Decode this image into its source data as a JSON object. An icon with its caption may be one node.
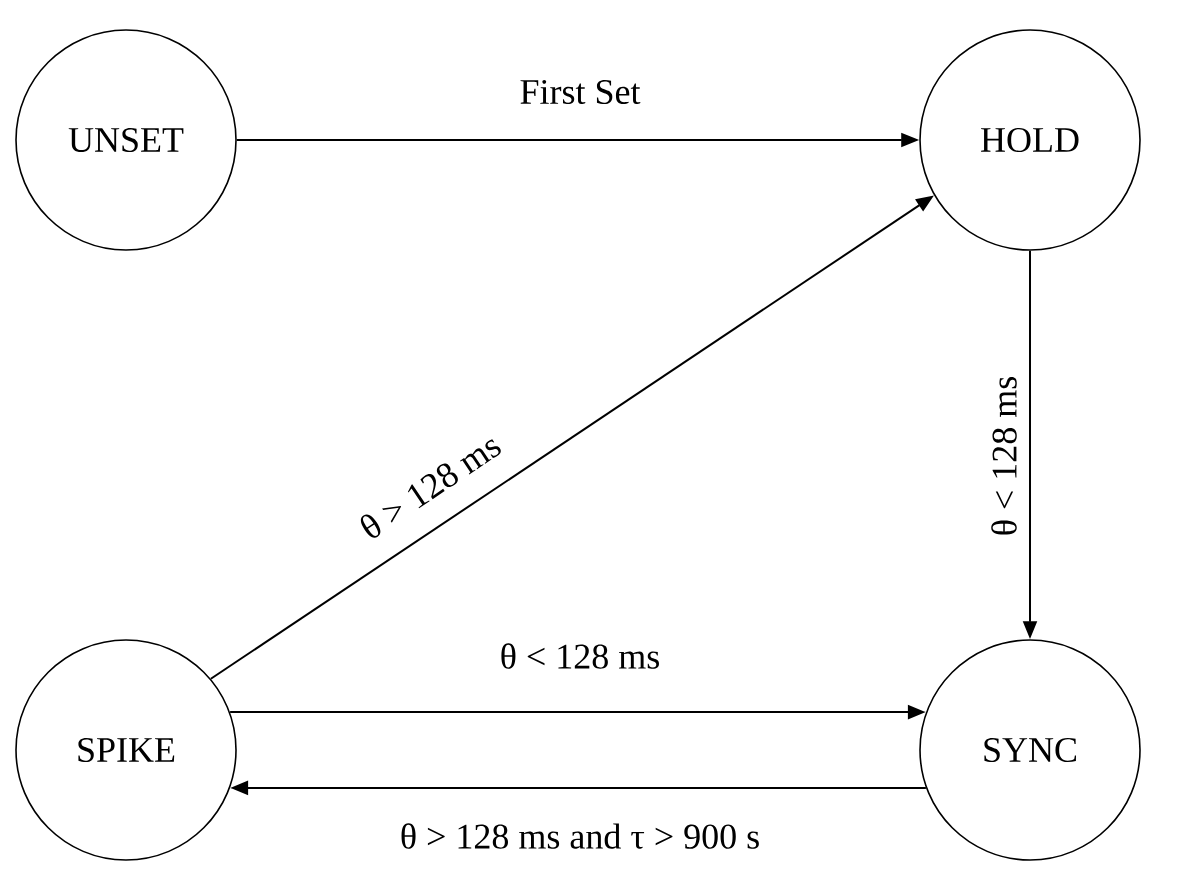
{
  "diagram": {
    "nodes": [
      {
        "text": [
          "UNSET"
        ]
      },
      {
        "text": [
          "HOLD"
        ]
      },
      {
        "text": [
          "SPIKE"
        ]
      },
      {
        "text": [
          "SYNC"
        ]
      }
    ],
    "edges": [
      {
        "from": 0,
        "to": 1,
        "arrow": "to",
        "label": "First Set"
      },
      {
        "from": 2,
        "to": 1,
        "arrow": "to",
        "label": "θ > 128 ms"
      },
      {
        "from": 1,
        "to": 3,
        "arrow": "to",
        "label": "θ < 128 ms"
      },
      {
        "from": 2,
        "to": 3,
        "arrow": "to",
        "label": "θ < 128 ms"
      },
      {
        "from": 3,
        "to": 2,
        "arrow": "to",
        "label": "θ > 128 ms and τ > 900 s"
      }
    ]
  }
}
